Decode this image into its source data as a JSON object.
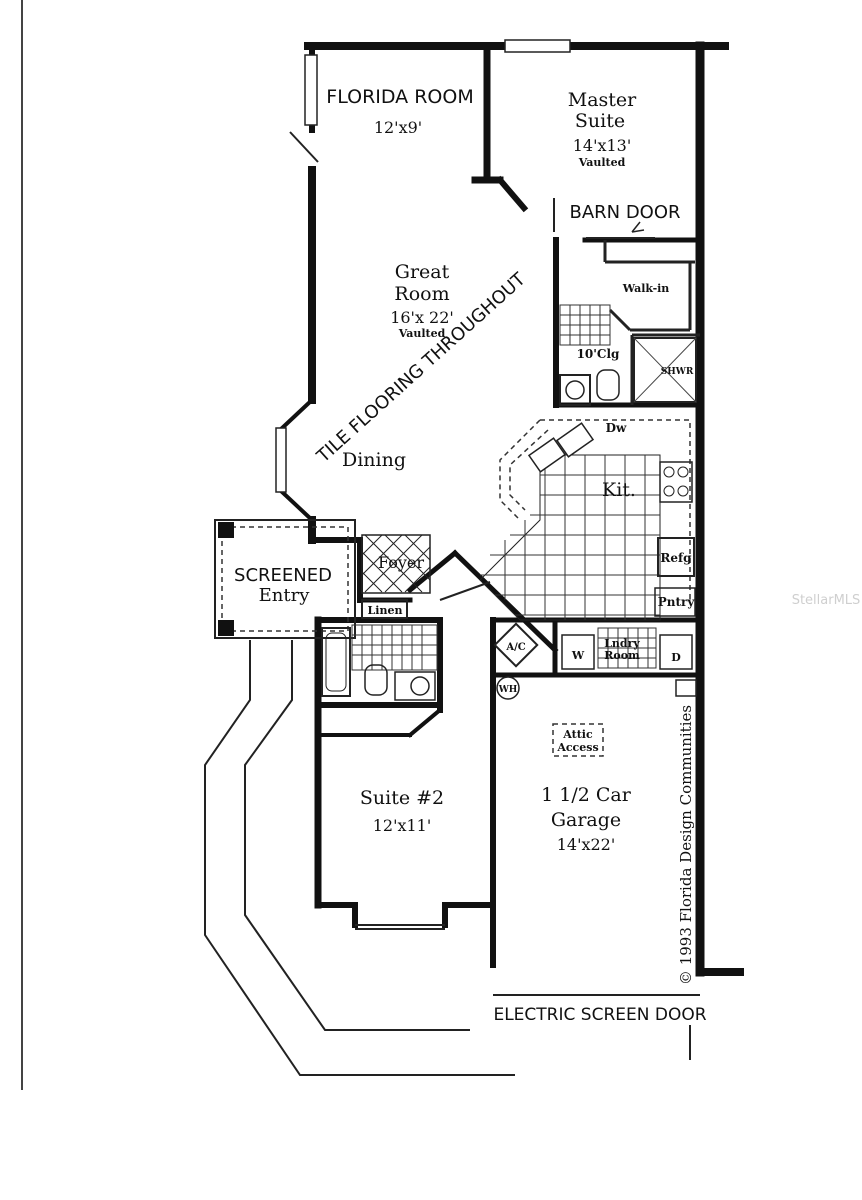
{
  "rooms": {
    "florida_room": {
      "name": "FLORIDA ROOM",
      "size": "12'x9'"
    },
    "master_suite": {
      "name_line1": "Master",
      "name_line2": "Suite",
      "size": "14'x13'",
      "note": "Vaulted"
    },
    "great_room": {
      "name_line1": "Great",
      "name_line2": "Room",
      "size": "16'x 22'",
      "note": "Vaulted"
    },
    "dining": {
      "name": "Dining"
    },
    "kitchen": {
      "name": "Kit."
    },
    "foyer": {
      "name": "Foyer"
    },
    "screened_entry": {
      "name_line1": "SCREENED",
      "name_line2": "Entry"
    },
    "linen": {
      "name": "Linen"
    },
    "suite2": {
      "name": "Suite #2",
      "size": "12'x11'"
    },
    "garage": {
      "name_line1": "1 1/2 Car",
      "name_line2": "Garage",
      "size": "14'x22'"
    },
    "laundry": {
      "name_line1": "Lndry",
      "name_line2": "Room"
    },
    "walk_in": {
      "name": "Walk-in"
    }
  },
  "labels": {
    "barn_door": "BARN DOOR",
    "tile_flooring": "TILE FLOORING THROUGHOUT",
    "ceiling": "10'Clg",
    "shower": "SHWR",
    "dishwasher": "Dw",
    "refrigerator": "Refg",
    "pantry": "Pntry",
    "washer": "W",
    "dryer": "D",
    "ac": "A/C",
    "water_heater": "WH",
    "attic_line1": "Attic",
    "attic_line2": "Access",
    "electric_screen_door": "ELECTRIC SCREEN DOOR",
    "copyright": "© 1993 Florida Design Communities",
    "watermark": "StellarMLS"
  }
}
